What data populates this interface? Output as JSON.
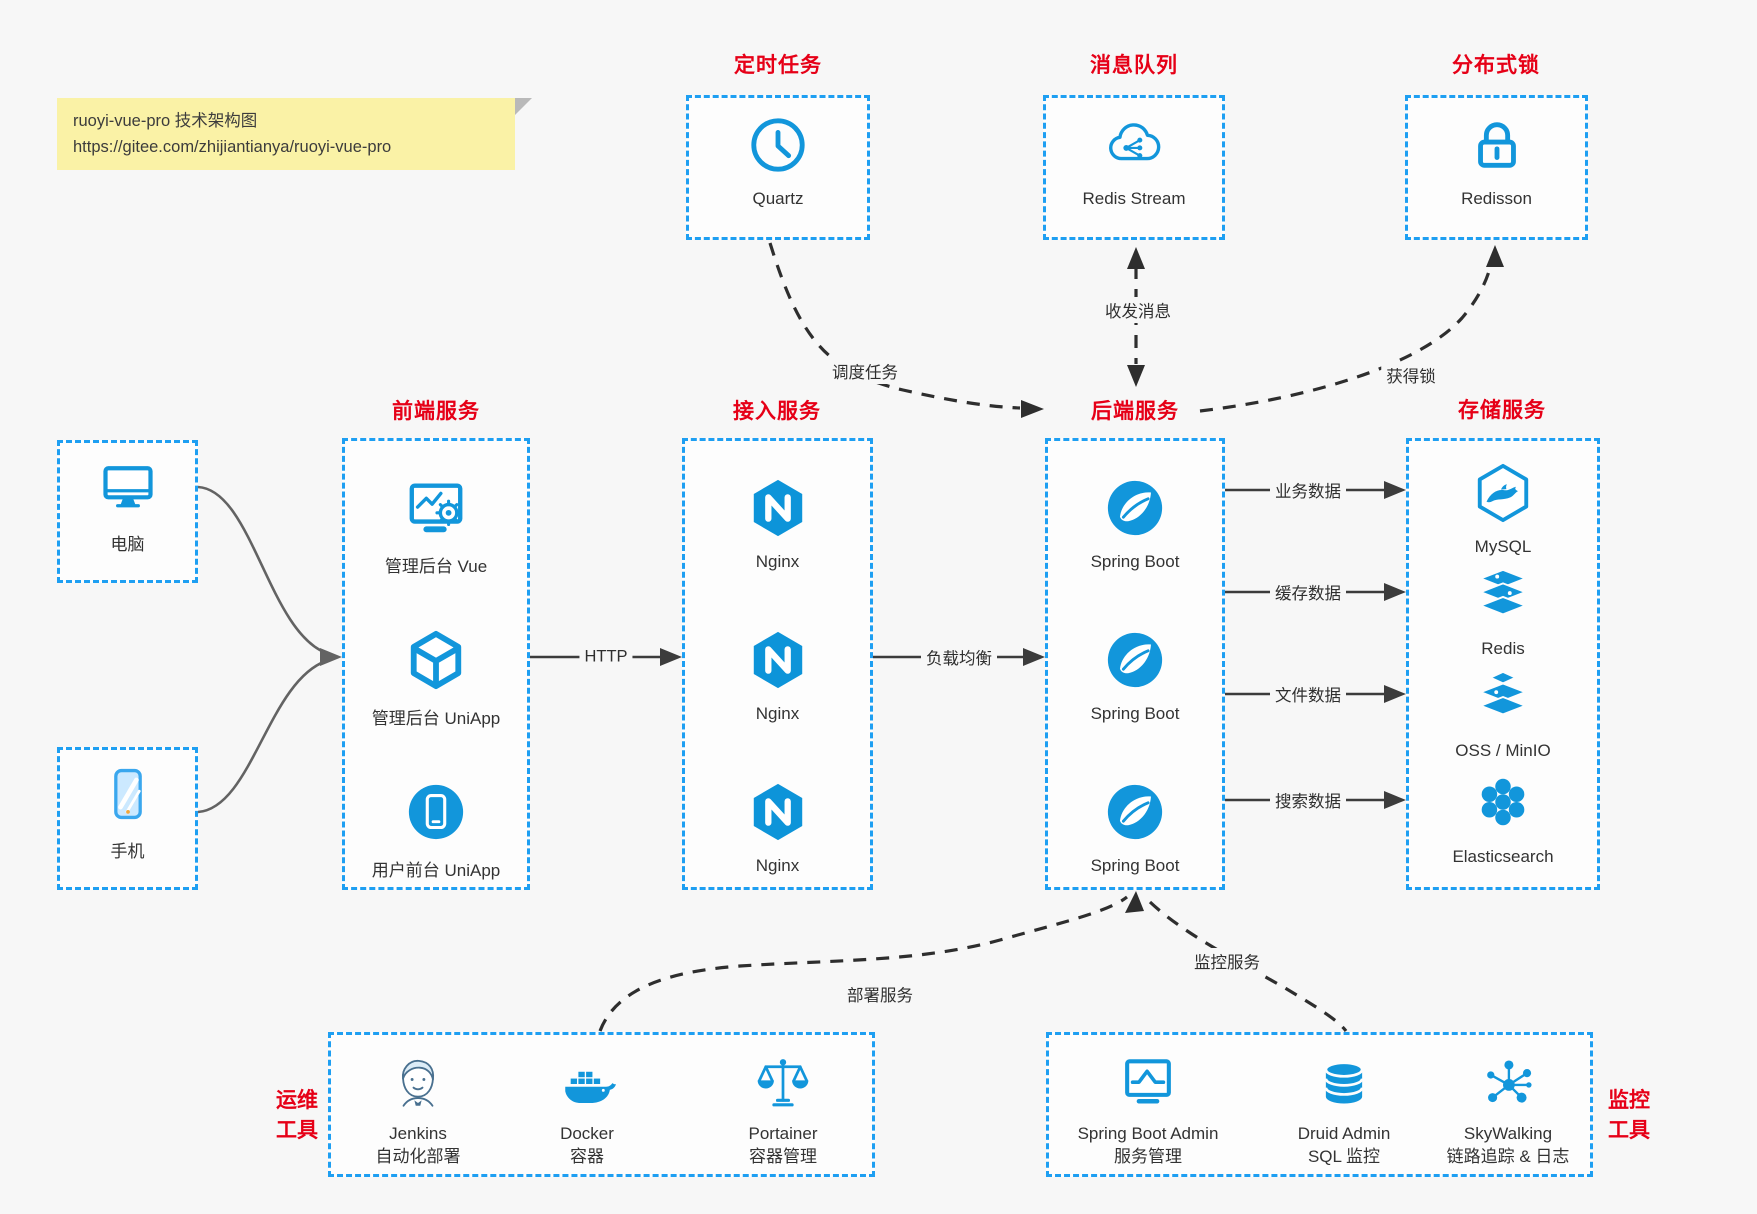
{
  "note": {
    "line1": "ruoyi-vue-pro 技术架构图",
    "line2": "https://gitee.com/zhijiantianya/ruoyi-vue-pro"
  },
  "colors": {
    "accent_blue": "#1296db",
    "border_blue": "#1e9ff2",
    "title_red": "#e60017",
    "text": "#333333",
    "note_bg": "#faf2a6",
    "page_bg": "#f7f7f7"
  },
  "groups": {
    "scheduled_job": {
      "title": "定时任务",
      "item": {
        "label": "Quartz",
        "icon": "clock-icon"
      }
    },
    "message_queue": {
      "title": "消息队列",
      "item": {
        "label": "Redis Stream",
        "icon": "cloud-stream-icon"
      }
    },
    "distributed_lock": {
      "title": "分布式锁",
      "item": {
        "label": "Redisson",
        "icon": "lock-icon"
      }
    },
    "clients": {
      "pc": {
        "label": "电脑",
        "icon": "desktop-icon"
      },
      "mobile": {
        "label": "手机",
        "icon": "smartphone-icon"
      }
    },
    "frontend": {
      "title": "前端服务",
      "items": [
        {
          "label": "管理后台 Vue",
          "icon": "admin-vue-icon"
        },
        {
          "label": "管理后台 UniApp",
          "icon": "uniapp-cube-icon"
        },
        {
          "label": "用户前台 UniApp",
          "icon": "mobile-app-icon"
        }
      ]
    },
    "access": {
      "title": "接入服务",
      "items": [
        {
          "label": "Nginx",
          "icon": "nginx-icon"
        },
        {
          "label": "Nginx",
          "icon": "nginx-icon"
        },
        {
          "label": "Nginx",
          "icon": "nginx-icon"
        }
      ]
    },
    "backend": {
      "title": "后端服务",
      "items": [
        {
          "label": "Spring Boot",
          "icon": "spring-icon"
        },
        {
          "label": "Spring Boot",
          "icon": "spring-icon"
        },
        {
          "label": "Spring Boot",
          "icon": "spring-icon"
        }
      ]
    },
    "storage": {
      "title": "存储服务",
      "items": [
        {
          "label": "MySQL",
          "icon": "mysql-icon"
        },
        {
          "label": "Redis",
          "icon": "redis-icon"
        },
        {
          "label": "OSS / MinIO",
          "icon": "object-storage-icon"
        },
        {
          "label": "Elasticsearch",
          "icon": "elasticsearch-icon"
        }
      ]
    },
    "ops_tools": {
      "title_line1": "运维",
      "title_line2": "工具",
      "items": [
        {
          "name": "Jenkins",
          "desc": "自动化部署",
          "icon": "jenkins-icon"
        },
        {
          "name": "Docker",
          "desc": "容器",
          "icon": "docker-icon"
        },
        {
          "name": "Portainer",
          "desc": "容器管理",
          "icon": "portainer-icon"
        }
      ]
    },
    "monitor_tools": {
      "title_line1": "监控",
      "title_line2": "工具",
      "items": [
        {
          "name": "Spring Boot Admin",
          "desc": "服务管理",
          "icon": "spring-boot-admin-icon"
        },
        {
          "name": "Druid Admin",
          "desc": "SQL 监控",
          "icon": "druid-icon"
        },
        {
          "name": "SkyWalking",
          "desc": "链路追踪 & 日志",
          "icon": "skywalking-icon"
        }
      ]
    }
  },
  "edges": {
    "http": "HTTP",
    "load_balance": "负载均衡",
    "schedule_job": "调度任务",
    "send_receive_message": "收发消息",
    "acquire_lock": "获得锁",
    "business_data": "业务数据",
    "cache_data": "缓存数据",
    "file_data": "文件数据",
    "search_data": "搜索数据",
    "deploy_service": "部署服务",
    "monitor_service": "监控服务"
  }
}
